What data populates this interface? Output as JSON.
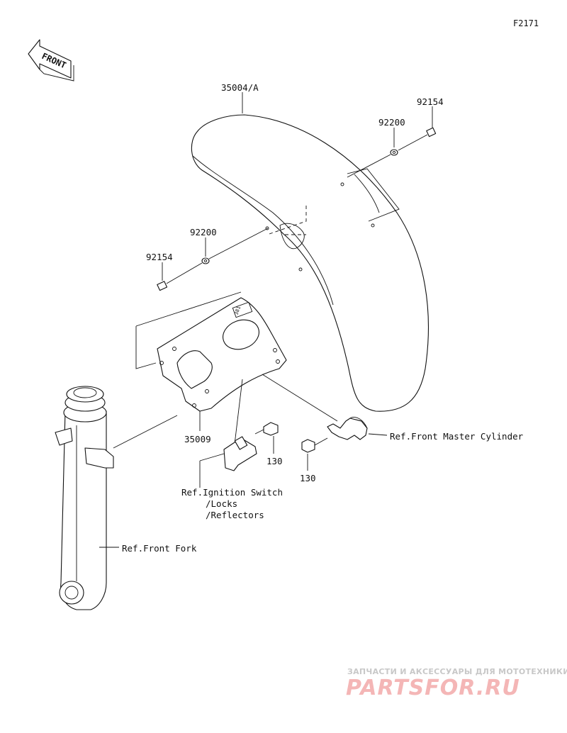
{
  "figure_code": "F2171",
  "front_marker": "FRONT",
  "callouts": {
    "fender": "35004/A",
    "bolt_upper": "92154",
    "washer_upper": "92200",
    "washer_lower": "92200",
    "bolt_lower": "92154",
    "bracket": "35009",
    "bolt_center": "130",
    "bolt_right": "130"
  },
  "references": {
    "master_cylinder": "Ref.Front Master Cylinder",
    "ignition_switch": "Ref.Ignition Switch",
    "locks": "/Locks",
    "reflectors": "/Reflectors",
    "front_fork": "Ref.Front Fork"
  },
  "watermark": {
    "tagline": "ЗАПЧАСТИ И АКСЕССУАРЫ ДЛЯ МОТОТЕХНИКИ",
    "logo": "PARTSFOR.RU"
  },
  "colors": {
    "line": "#111111",
    "watermark_tagline": "#c8c8c8",
    "watermark_logo": "#f4b6b6"
  }
}
